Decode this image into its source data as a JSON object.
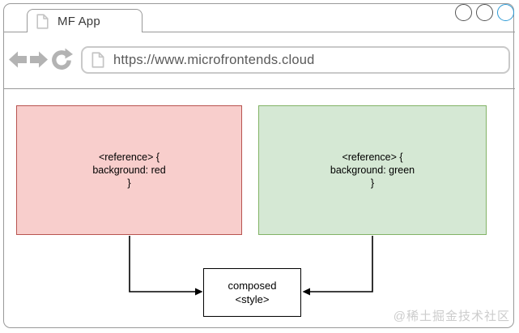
{
  "browser": {
    "tab": {
      "title": "MF App"
    },
    "window_controls": {
      "count": 3,
      "active_color": "#2e9bd6",
      "inactive_color": "#555555"
    },
    "toolbar": {
      "url": "https://www.microfrontends.cloud"
    }
  },
  "diagram": {
    "reference_red": {
      "lines": [
        "<reference> {",
        "background: red",
        "}"
      ],
      "fill": "#f8cecc",
      "border_color": "#b85450"
    },
    "reference_green": {
      "lines": [
        "<reference> {",
        "background: green",
        "}"
      ],
      "fill": "#d5e8d4",
      "border_color": "#82b366"
    },
    "composed": {
      "lines": [
        "composed",
        "<style>"
      ],
      "fill": "#ffffff",
      "border_color": "#000000"
    }
  },
  "watermark": "@稀土掘金技术社区",
  "colors": {
    "chrome_border": "#999999",
    "nav_icon_gray": "#b3b3b3",
    "address_border": "#c9c9c9",
    "url_text": "#595959",
    "watermark": "#cccccc"
  }
}
